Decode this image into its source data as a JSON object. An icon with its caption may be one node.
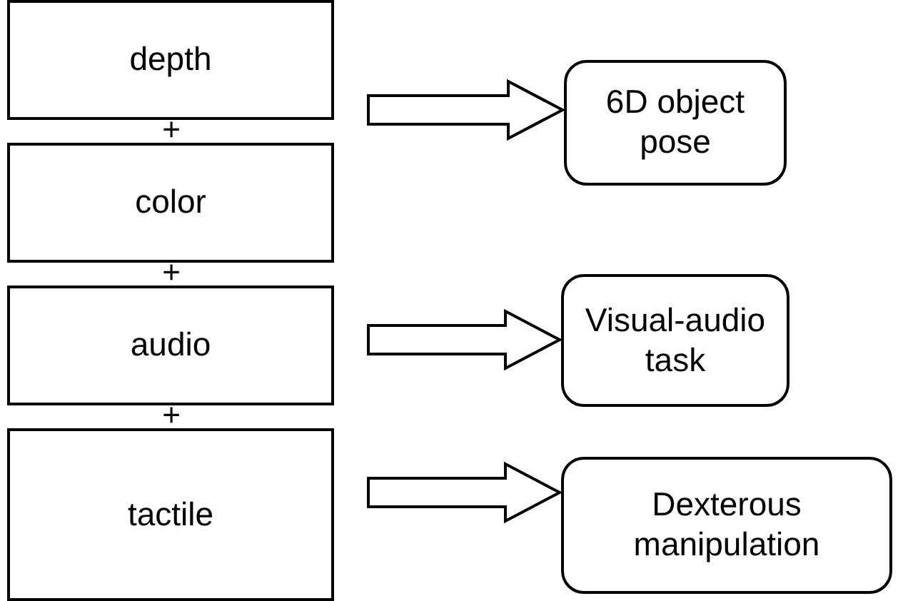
{
  "diagram": {
    "nodes": [
      {
        "text": [
          "depth"
        ]
      },
      {
        "text": [
          "color"
        ]
      },
      {
        "text": [
          "audio"
        ]
      },
      {
        "text": [
          "tactile"
        ]
      },
      {
        "text": [
          "6D object pose"
        ]
      },
      {
        "text": [
          "Visual-audio task"
        ]
      },
      {
        "text": [
          "Dexterous manipulation"
        ]
      }
    ],
    "edges": [
      {
        "from": null,
        "to": 4,
        "arrow": "to"
      },
      {
        "from": null,
        "to": 5,
        "arrow": "to"
      },
      {
        "from": null,
        "to": 6,
        "arrow": "to"
      }
    ],
    "labels": [
      "+",
      "+",
      "+"
    ]
  }
}
